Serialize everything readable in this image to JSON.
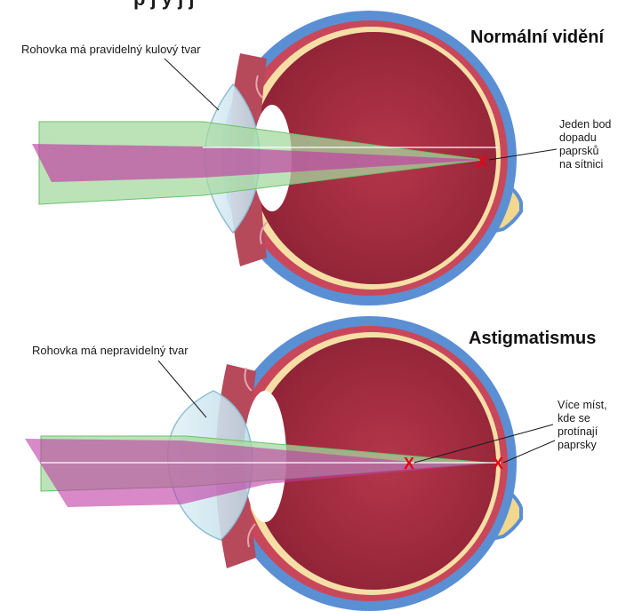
{
  "top_heading_fragment": "p  j  y  j  j",
  "panels": [
    {
      "id": "normal",
      "title": "Normální vidění",
      "cornea_label": "Rohovka má pravidelný kulový tvar",
      "focus_note": [
        "Jeden bod",
        "dopadu",
        "paprsků",
        "na sítnici"
      ],
      "focus_marks": 1
    },
    {
      "id": "astigmatism",
      "title": "Astigmatismus",
      "cornea_label": "Rohovka má nepravidelný tvar",
      "focus_note": [
        "Více míst,",
        "kde se",
        "protínají",
        "paprsky"
      ],
      "focus_marks": 2
    }
  ],
  "mark_symbol": "X",
  "colors": {
    "sclera": "#5b8fd3",
    "choroid_red": "#c9475a",
    "vitreous": "#9e2a3c",
    "retina_yellow": "#f5dfa6",
    "lens": "#ffffff",
    "cornea": "#cfe6ef",
    "beam_green": "#a6d9a0",
    "beam_magenta": "#c03aa3",
    "mark_red": "#e30613"
  }
}
